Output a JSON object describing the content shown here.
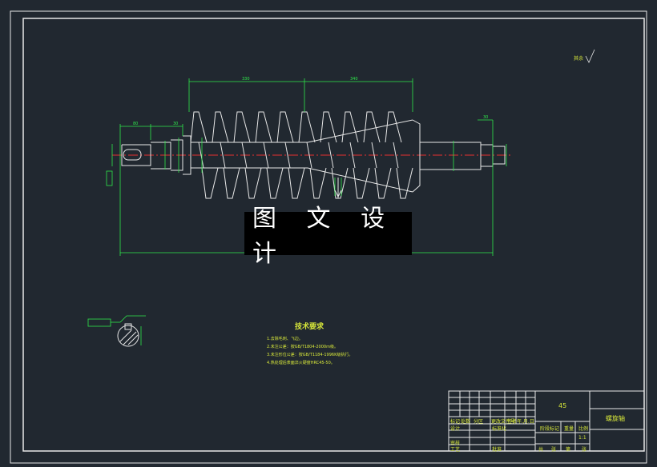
{
  "watermark": "图 文 设 计",
  "roughness_symbol": "其余",
  "tech": {
    "title": "技术要求",
    "items": [
      "1.去除毛刺、飞边。",
      "2.未注公差：按GB/T1804-2000m级。",
      "3.未注形位公差：按GB/T1184-1996K级执行。",
      "4.热处理后表面淬火硬度HRC45-50。"
    ]
  },
  "dims": {
    "d1": "330",
    "d2": "340",
    "d3": "80",
    "d4": "30",
    "d5": "30"
  },
  "title_block": {
    "material": "45",
    "part_name": "螺旋轴",
    "scale": "1:1",
    "labels": [
      "标记",
      "处数",
      "分区",
      "更改文件号",
      "签名",
      "年.月.日",
      "设计",
      "标准化",
      "阶段标记",
      "重量",
      "比例",
      "审核",
      "工艺",
      "批准",
      "共",
      "张",
      "第",
      "张"
    ]
  },
  "colors": {
    "background": "#212830",
    "line_white": "#e8e8e8",
    "dimension_green": "#2ee84a",
    "centerline_red": "#e83030",
    "text_yellow": "#d8e83a"
  }
}
